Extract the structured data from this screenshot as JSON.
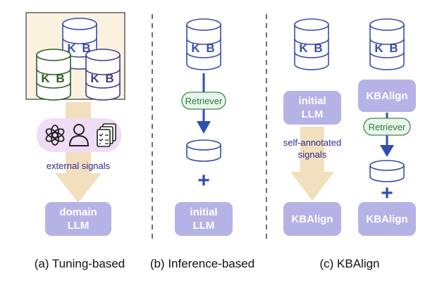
{
  "colors": {
    "kb_blue_stroke": "#3a4fa8",
    "kb_green_stroke": "#2f5f25",
    "kb_purple_stroke": "#4a3a8a",
    "llm_fill": "#b5b3e6",
    "tan_arrow": "#f2dfbe",
    "panel_fill": "#fbf1df",
    "dark_arrow": "#2f4fb3",
    "retriever_fill": "#e9f5ec",
    "retriever_stroke": "#3d8a4c",
    "signals_pill": "#f0dcf5"
  },
  "kb": {
    "label": "K B"
  },
  "retriever": {
    "label": "Retriever"
  },
  "icons": [
    "openai-logo-icon",
    "person-icon",
    "checklist-icon"
  ],
  "panel_a": {
    "signals_label": "external signals",
    "llm_lines": [
      "domain",
      "LLM"
    ],
    "caption": "(a) Tuning-based"
  },
  "panel_b": {
    "plus": "+",
    "llm_lines": [
      "initial",
      "LLM"
    ],
    "caption": "(b) Inference-based"
  },
  "panel_c": {
    "left_top_llm_lines": [
      "initial",
      "LLM"
    ],
    "signals_lines": [
      "self-annotated",
      "signals"
    ],
    "left_bottom_llm": "KBAlign",
    "right_top_llm": "KBAlign",
    "plus": "+",
    "right_bottom_llm": "KBAlign",
    "caption": "(c) KBAlign"
  }
}
